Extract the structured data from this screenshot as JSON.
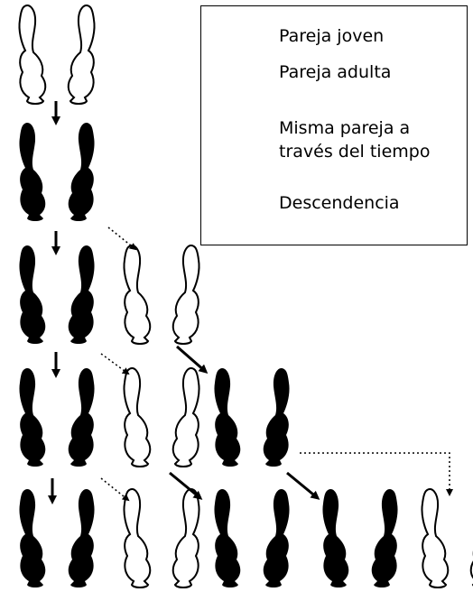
{
  "legend": {
    "young_pair": "Pareja joven",
    "adult_pair": "Pareja adulta",
    "same_pair_line1": "Misma pareja a",
    "same_pair_line2": "través del tiempo",
    "offspring": "Descendencia"
  },
  "rows": [
    [
      "young"
    ],
    [
      "adult"
    ],
    [
      "adult",
      "young"
    ],
    [
      "adult",
      "young",
      "adult"
    ],
    [
      "adult",
      "young",
      "adult",
      "adult",
      "young"
    ]
  ],
  "colors": {
    "adult_fill": "#000000",
    "young_fill": "#ffffff",
    "stroke": "#000000"
  }
}
